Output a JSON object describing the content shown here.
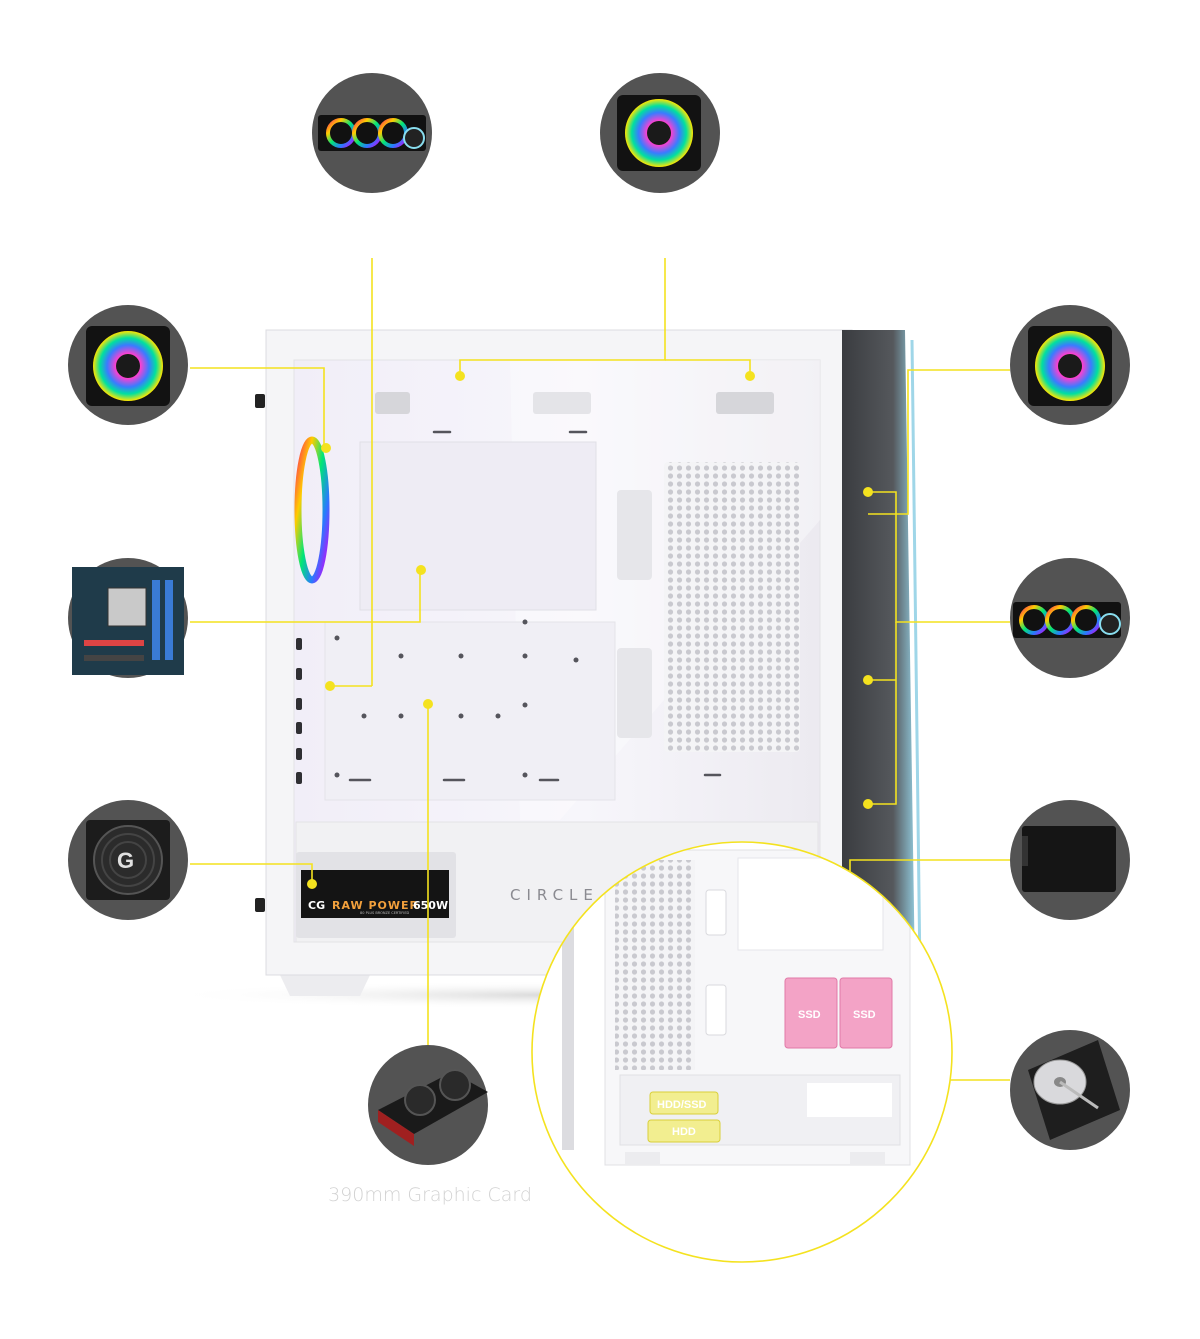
{
  "accent_color": "#f4e21f",
  "case": {
    "brand_text": "CIRCLE",
    "psu_label": {
      "logo": "CG",
      "name": "RAW POWER",
      "wattage": "650W",
      "subtitle": "80 PLUS BRONZE CERTIFIED"
    }
  },
  "inset": {
    "labels": [
      "SSD",
      "SSD",
      "HDD/SSD",
      "HDD"
    ]
  },
  "caption": "390mm Graphic Card",
  "components": [
    {
      "name": "top-radiator-icon"
    },
    {
      "name": "top-fan-icon"
    },
    {
      "name": "rear-fan-icon"
    },
    {
      "name": "front-fan-icon"
    },
    {
      "name": "motherboard-icon"
    },
    {
      "name": "front-radiator-icon"
    },
    {
      "name": "psu-icon"
    },
    {
      "name": "ssd-icon"
    },
    {
      "name": "graphics-card-icon"
    },
    {
      "name": "hdd-icon"
    }
  ]
}
